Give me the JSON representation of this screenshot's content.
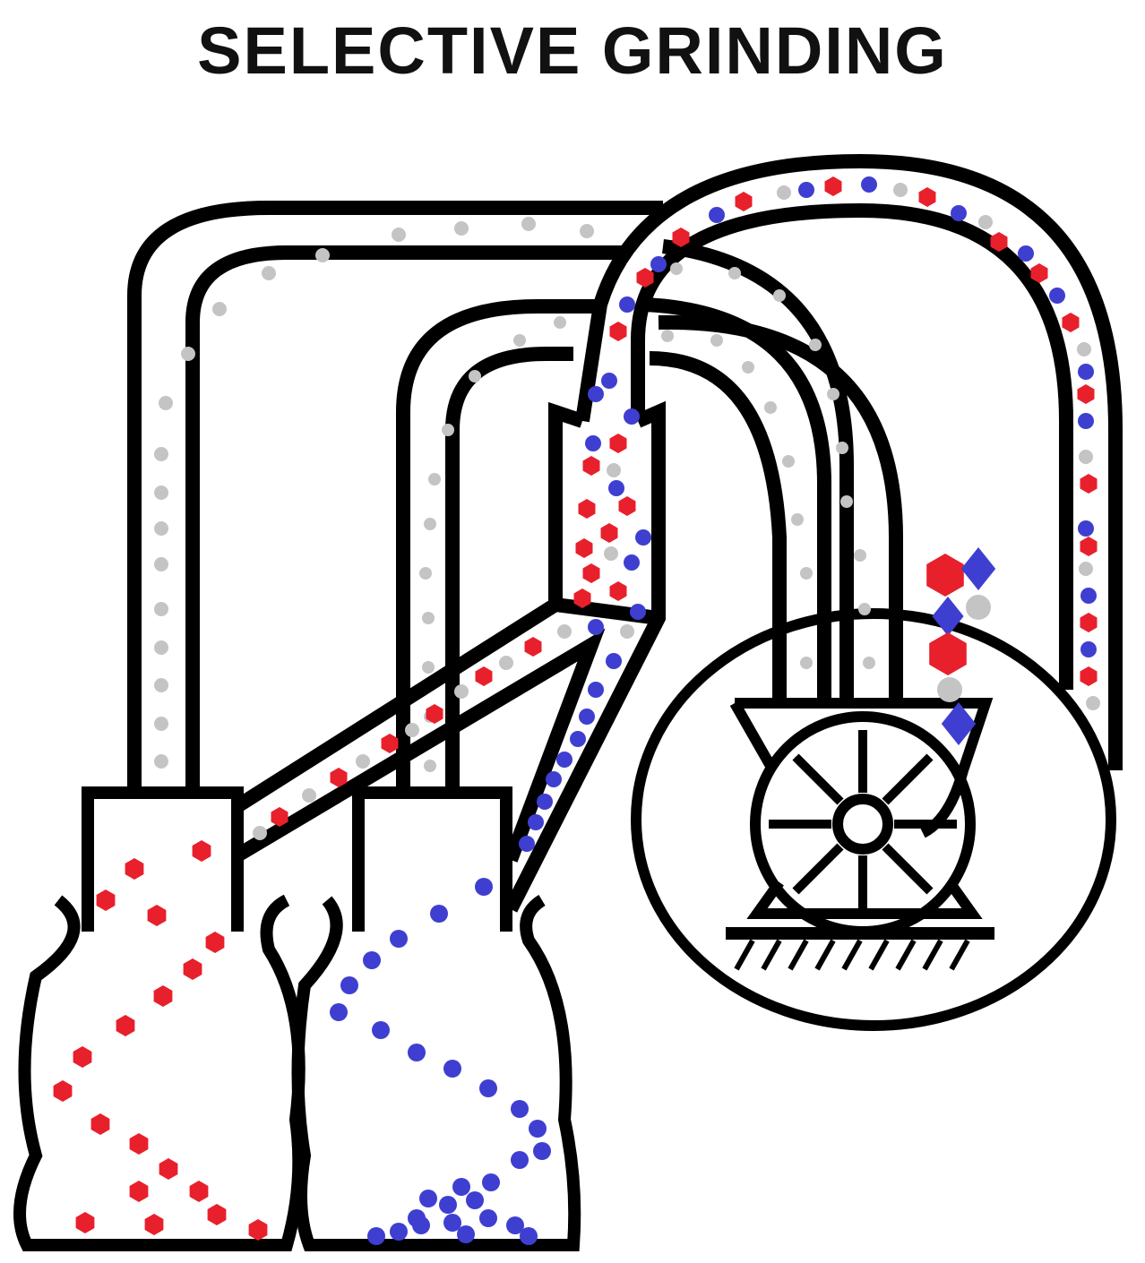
{
  "title": "SELECTIVE GRINDING",
  "colors": {
    "outline": "#000000",
    "background": "#ffffff",
    "red_particle": "#e8202c",
    "blue_particle": "#3e3fd0",
    "gray_particle": "#c4c4c4"
  },
  "components": {
    "left_collector": "collector",
    "right_collector": "collector",
    "classifier": "classifier",
    "mill": "grinding-mill",
    "fan": "fan-wheel"
  },
  "particle_legend": {
    "red": "red-particle",
    "blue": "blue-particle",
    "gray": "gray-particle"
  }
}
